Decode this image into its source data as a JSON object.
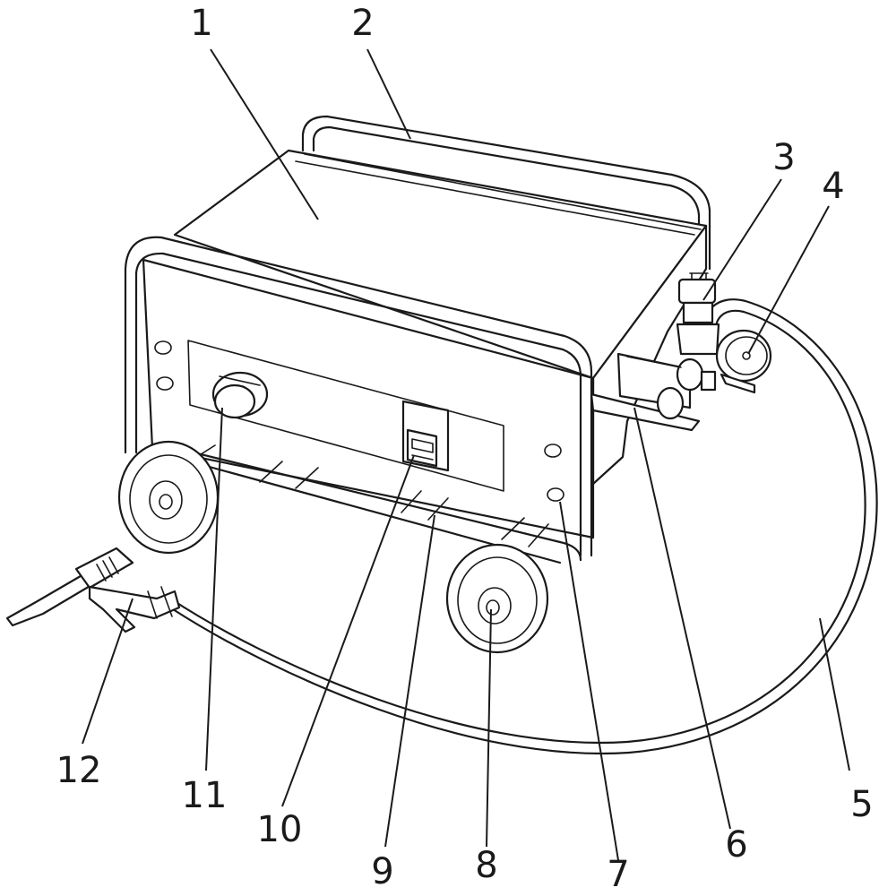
{
  "figure": {
    "callouts": [
      {
        "id": "1",
        "text": "1"
      },
      {
        "id": "2",
        "text": "2"
      },
      {
        "id": "3",
        "text": "3"
      },
      {
        "id": "4",
        "text": "4"
      },
      {
        "id": "5",
        "text": "5"
      },
      {
        "id": "6",
        "text": "6"
      },
      {
        "id": "7",
        "text": "7"
      },
      {
        "id": "8",
        "text": "8"
      },
      {
        "id": "9",
        "text": "9"
      },
      {
        "id": "10",
        "text": "10"
      },
      {
        "id": "11",
        "text": "11"
      },
      {
        "id": "12",
        "text": "12"
      }
    ]
  }
}
